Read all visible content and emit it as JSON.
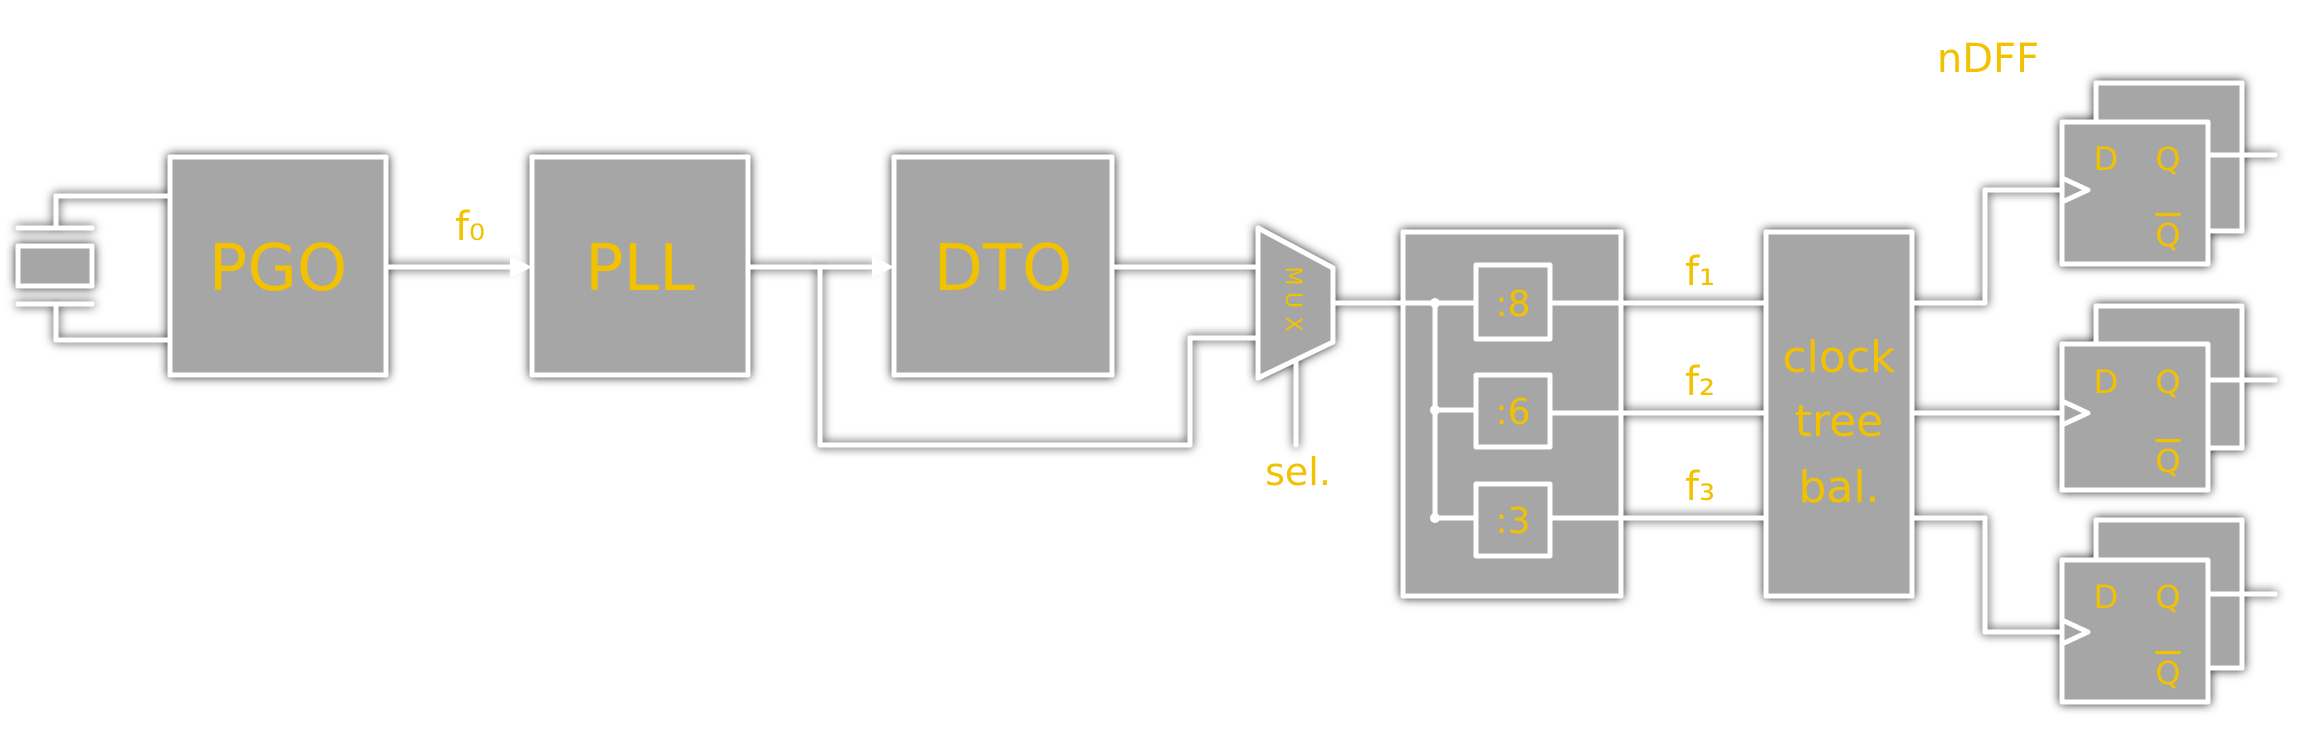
{
  "colors": {
    "background": "#ffffff",
    "box_fill": "#a6a6a6",
    "stroke": "#ffffff",
    "glow": "#000000",
    "label": "#f2c200"
  },
  "blocks": {
    "pgo": "PGO",
    "pll": "PLL",
    "dto": "DTO",
    "mux": [
      "M",
      "U",
      "X"
    ],
    "div8": ":8",
    "div6": ":6",
    "div3": ":3",
    "clock_tree": [
      "clock",
      "tree",
      "bal."
    ]
  },
  "signals": {
    "f0": "f₀",
    "f1": "f₁",
    "f2": "f₂",
    "f3": "f₃",
    "sel": "sel."
  },
  "flipflops": {
    "title": "nDFF",
    "d": "D",
    "q": "Q",
    "qbar": "Q"
  }
}
